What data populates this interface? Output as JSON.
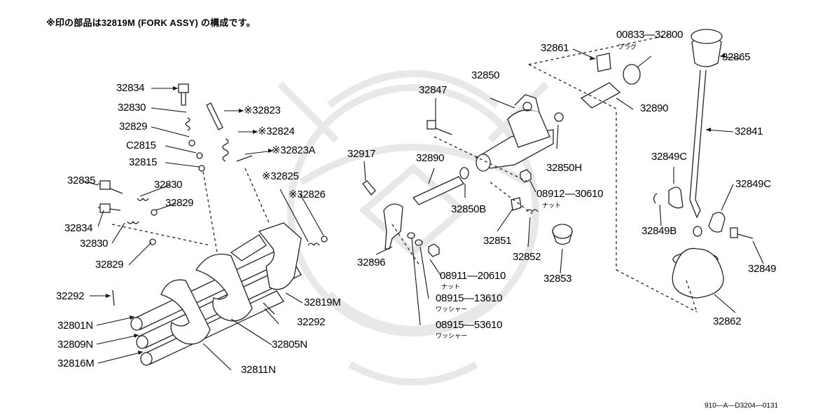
{
  "header_note": "※印の部品は32819M (FORK ASSY) の構成です。",
  "diagram_id": "910—A—D3204—0131",
  "colors": {
    "ink": "#111111",
    "line": "#222222",
    "watermark": "#e4e4e4",
    "background": "#ffffff"
  },
  "parts": [
    {
      "id": "p32834a",
      "text": "32834"
    },
    {
      "id": "p32830a",
      "text": "32830"
    },
    {
      "id": "p32829a",
      "text": "32829"
    },
    {
      "id": "p32815b",
      "text": "C2815"
    },
    {
      "id": "p32815",
      "text": "32815"
    },
    {
      "id": "p32835",
      "text": "32835"
    },
    {
      "id": "p32830b",
      "text": "32830"
    },
    {
      "id": "p32829b",
      "text": "32829"
    },
    {
      "id": "p32834b",
      "text": "32834"
    },
    {
      "id": "p32830c",
      "text": "32830"
    },
    {
      "id": "p32829c",
      "text": "32829"
    },
    {
      "id": "p32823",
      "text": "※32823"
    },
    {
      "id": "p32824",
      "text": "※32824"
    },
    {
      "id": "p32823A",
      "text": "※32823A"
    },
    {
      "id": "p32825",
      "text": "※32825"
    },
    {
      "id": "p32826",
      "text": "※32826"
    },
    {
      "id": "p32292a",
      "text": "32292"
    },
    {
      "id": "p32292b",
      "text": "32292"
    },
    {
      "id": "p32801N",
      "text": "32801N"
    },
    {
      "id": "p32809N",
      "text": "32809N"
    },
    {
      "id": "p32816M",
      "text": "32816M"
    },
    {
      "id": "p32811N",
      "text": "32811N"
    },
    {
      "id": "p32805N",
      "text": "32805N"
    },
    {
      "id": "p32819M",
      "text": "32819M"
    },
    {
      "id": "p32847",
      "text": "32847"
    },
    {
      "id": "p32850",
      "text": "32850"
    },
    {
      "id": "p32917",
      "text": "32917"
    },
    {
      "id": "p32890a",
      "text": "32890"
    },
    {
      "id": "p32850B",
      "text": "32850B"
    },
    {
      "id": "p32896",
      "text": "32896"
    },
    {
      "id": "p32850H",
      "text": "32850H"
    },
    {
      "id": "p08912",
      "text": "08912—30610"
    },
    {
      "id": "p32851",
      "text": "32851"
    },
    {
      "id": "p32852",
      "text": "32852"
    },
    {
      "id": "p32853",
      "text": "32853"
    },
    {
      "id": "p08911",
      "text": "08911—20610"
    },
    {
      "id": "p08915a",
      "text": "08915—13610"
    },
    {
      "id": "p08915b",
      "text": "08915—53610"
    },
    {
      "id": "p32861",
      "text": "32861"
    },
    {
      "id": "p00833",
      "text": "00833—32800"
    },
    {
      "id": "p32865",
      "text": "32865"
    },
    {
      "id": "p32890b",
      "text": "32890"
    },
    {
      "id": "p32841",
      "text": "32841"
    },
    {
      "id": "p32849Ca",
      "text": "32849C"
    },
    {
      "id": "p32849Cb",
      "text": "32849C"
    },
    {
      "id": "p32849B",
      "text": "32849B"
    },
    {
      "id": "p32849",
      "text": "32849"
    },
    {
      "id": "p32862",
      "text": "32862"
    }
  ],
  "sublabels": {
    "plug": "プラグ",
    "nut1": "ナット",
    "nut2": "ナット",
    "washer1": "ワッシャー",
    "washer2": "ワッシャー"
  }
}
